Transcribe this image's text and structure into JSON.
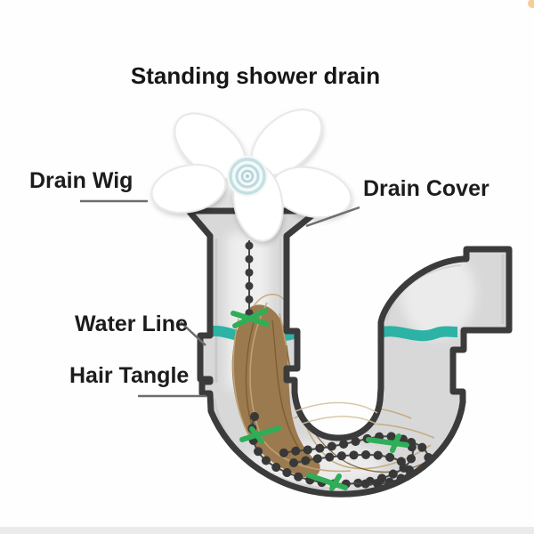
{
  "title": "Standing shower drain",
  "labels": {
    "drain_wig": "Drain Wig",
    "drain_cover": "Drain Cover",
    "water_line": "Water Line",
    "hair_tangle": "Hair Tangle"
  },
  "diagram_parts": {
    "drain_cover_shape": "five-petal flower drain cover",
    "pipe_shape": "p-trap pipe with u-bend and elbow outlet",
    "chain": "beaded drain wig chain with green barbs",
    "hair": "brown hair tangle in trap"
  },
  "colors": {
    "background": "#fffefe",
    "pipe_fill": "#d8d8d8",
    "pipe_outline": "#3b3b3b",
    "water_teal": "#2cb3a6",
    "hair_brown": "#9c7a4f",
    "hair_strand_light": "#c3a678",
    "hair_strand_dark": "#77572f",
    "barb_green": "#2fae57",
    "bead_dark": "#3b3b3b",
    "label_text": "#1c1c1c",
    "leader_line": "#6e6e6e",
    "flower_white": "#ffffff",
    "spiral_teal": "#c5dfe2"
  }
}
